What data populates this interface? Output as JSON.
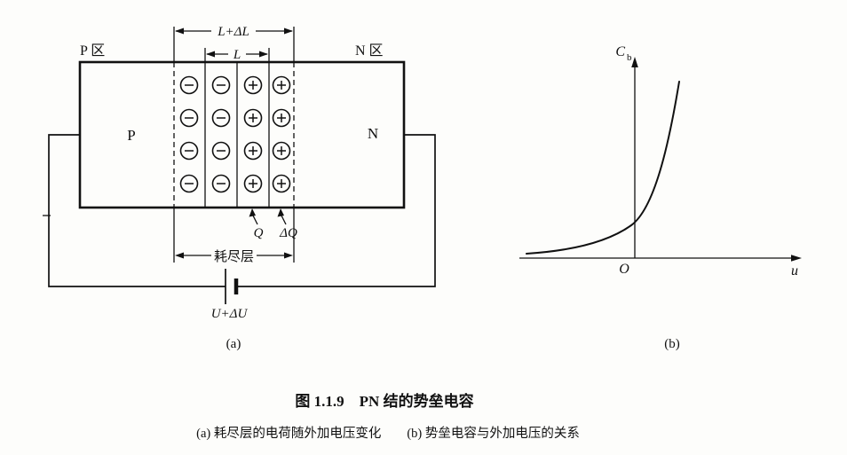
{
  "page": {
    "background": "#fdfdfb",
    "ink": "#111111"
  },
  "diagram_a": {
    "label": "(a)",
    "p_region": "P 区",
    "n_region": "N 区",
    "p": "P",
    "n": "N",
    "width_outer": "L+ΔL",
    "width_inner": "L",
    "charge_q": "Q",
    "charge_dq": "ΔQ",
    "depletion": "耗尽层",
    "voltage": "U+ΔU",
    "charges": {
      "columns": [
        "minus",
        "minus",
        "plus",
        "plus"
      ],
      "rows": 4
    }
  },
  "diagram_b": {
    "label": "(b)",
    "y_axis_main": "C",
    "y_axis_sub": "b",
    "x_axis": "u",
    "origin": "O"
  },
  "caption": {
    "title": "图 1.1.9　PN 结的势垒电容",
    "subtitle": "(a) 耗尽层的电荷随外加电压变化　　(b) 势垒电容与外加电压的关系"
  }
}
